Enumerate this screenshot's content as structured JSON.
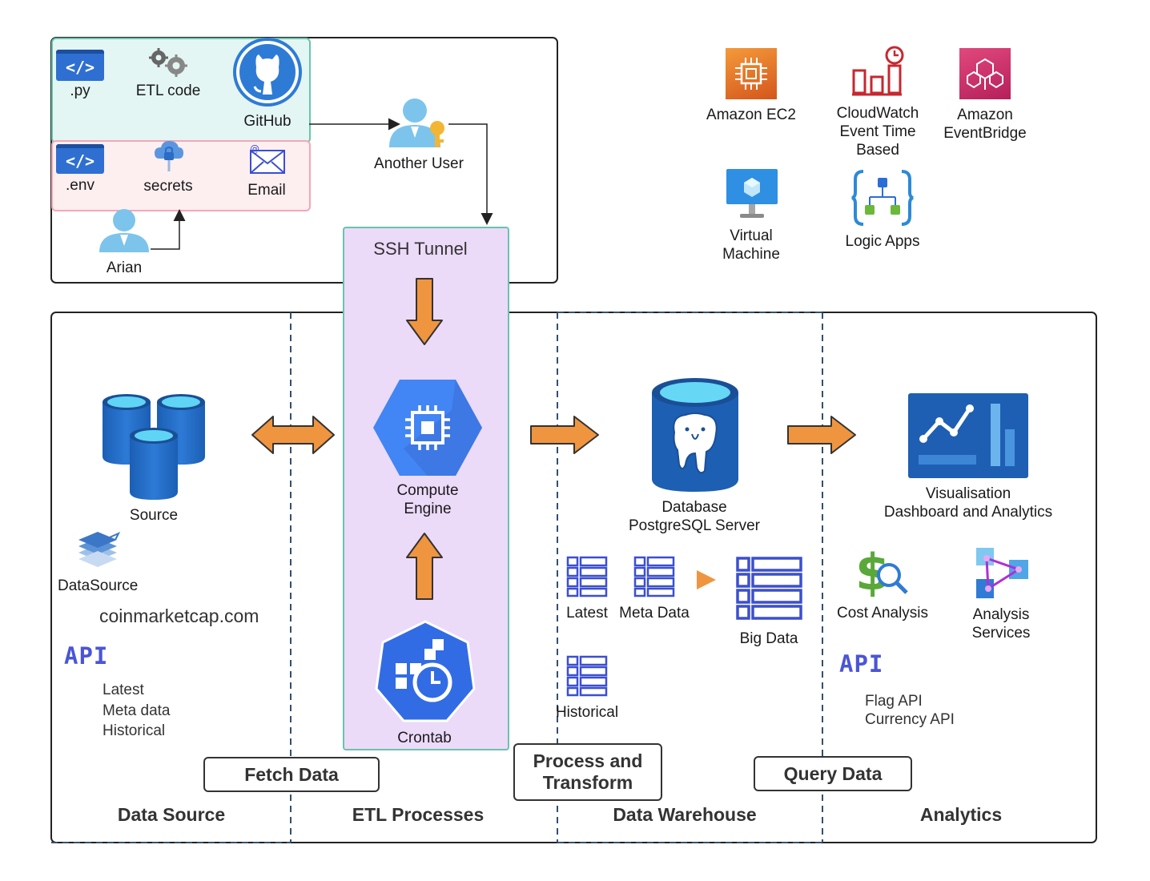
{
  "top_left": {
    "py_label": ".py",
    "etl_code_label": "ETL code",
    "github_label": "GitHub",
    "env_label": ".env",
    "secrets_label": "secrets",
    "email_label": "Email",
    "arian_label": "Arian",
    "another_user_label": "Another User"
  },
  "services": {
    "ec2": "Amazon EC2",
    "cloudwatch": [
      "CloudWatch",
      "Event Time",
      "Based"
    ],
    "eventbridge": [
      "Amazon",
      "EventBridge"
    ],
    "vm": [
      "Virtual",
      "Machine"
    ],
    "logic_apps": "Logic Apps"
  },
  "etl": {
    "ssh_tunnel": "SSH Tunnel",
    "compute_engine": [
      "Compute",
      "Engine"
    ],
    "crontab": "Crontab"
  },
  "data_source": {
    "source_label": "Source",
    "datasource_label": "DataSource",
    "site": "coinmarketcap.com",
    "api_logo": "API",
    "endpoints": [
      "Latest",
      "Meta data",
      "Historical"
    ]
  },
  "warehouse": {
    "db_label": [
      "Database",
      "PostgreSQL Server"
    ],
    "latest": "Latest",
    "meta": "Meta Data",
    "historical": "Historical",
    "big_data": "Big Data"
  },
  "analytics": {
    "viz_label": [
      "Visualisation",
      "Dashboard and Analytics"
    ],
    "cost": "Cost Analysis",
    "analysis_services": [
      "Analysis",
      "Services"
    ],
    "api_logo": "API",
    "apis": [
      "Flag API",
      "Currency API"
    ]
  },
  "tags": {
    "fetch": "Fetch Data",
    "process": [
      "Process and",
      "Transform"
    ],
    "query": "Query Data"
  },
  "sections": {
    "data_source": "Data Source",
    "etl": "ETL Processes",
    "warehouse": "Data Warehouse",
    "analytics": "Analytics"
  },
  "colors": {
    "orange_arrow": "#f0953f",
    "azure_blue": "#1e5fb4",
    "gcp_blue": "#4285f4",
    "ssh_fill": "#ecdaf9",
    "ssh_border": "#6ac3ad",
    "teal_fill": "#e3f6f3",
    "pink_fill": "#fdeef0",
    "api_purple": "#4a55d6"
  }
}
